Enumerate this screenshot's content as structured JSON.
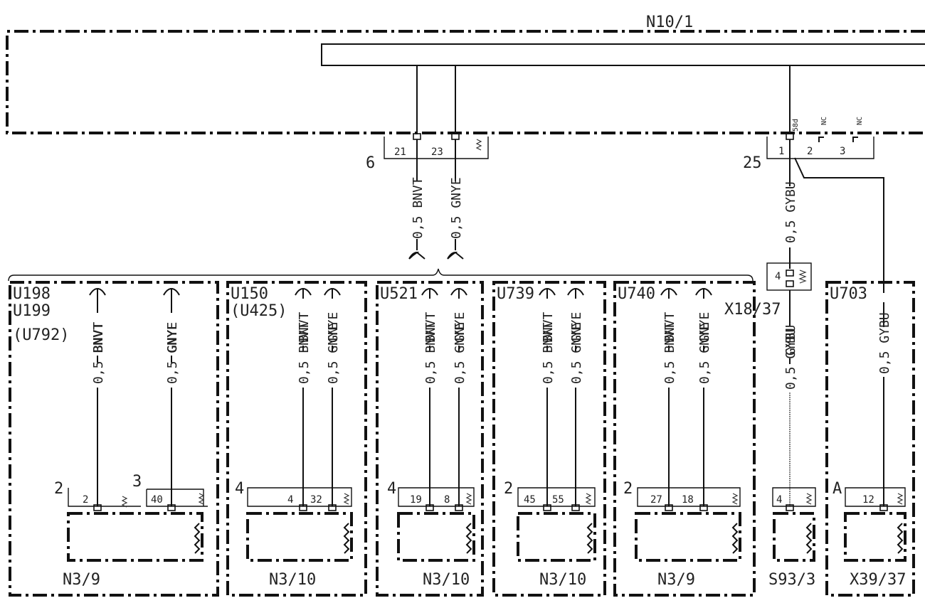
{
  "title": "N10/1",
  "pin58d": "58d",
  "nc": "NC",
  "conn6": {
    "label": "6",
    "pins": [
      "21",
      "23"
    ]
  },
  "conn25": {
    "label": "25",
    "pins": [
      "1",
      "2",
      "3"
    ]
  },
  "wires": {
    "bnvt": "0,5 BNVT",
    "gnye": "0,5 GNYE",
    "gybu": "0,5 GYBU",
    "bnvt_short": "BNVT",
    "gnye_short": "GNYE",
    "gybu_short": "GYBU"
  },
  "x18": {
    "label": "X18/37",
    "pin": "4"
  },
  "modules": [
    {
      "codes": [
        "U198",
        "U199",
        "(U792)"
      ],
      "conn": "2",
      "conn2": "3",
      "pins": [
        "2",
        "40"
      ],
      "name": "N3/9"
    },
    {
      "codes": [
        "U150",
        "(U425)"
      ],
      "conn": "4",
      "pins": [
        "4",
        "32"
      ],
      "name": "N3/10"
    },
    {
      "codes": [
        "U521"
      ],
      "conn": "4",
      "pins": [
        "19",
        "8"
      ],
      "name": "N3/10"
    },
    {
      "codes": [
        "U739"
      ],
      "conn": "2",
      "pins": [
        "45",
        "55"
      ],
      "name": "N3/10"
    },
    {
      "codes": [
        "U740"
      ],
      "conn": "2",
      "pins": [
        "27",
        "18"
      ],
      "name": "N3/9"
    },
    {
      "codes": [],
      "conn": "",
      "pins": [
        "4"
      ],
      "name": "S93/3"
    },
    {
      "codes": [
        "U703"
      ],
      "conn": "A",
      "pins": [
        "12"
      ],
      "name": "X39/37"
    }
  ]
}
